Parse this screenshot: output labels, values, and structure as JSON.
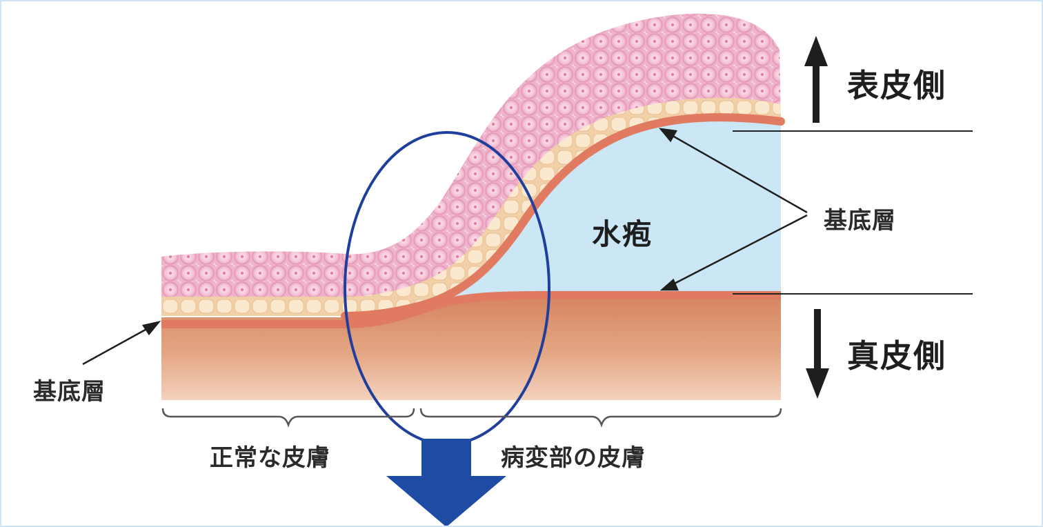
{
  "labels": {
    "epidermis_side": "表皮側",
    "dermis_side": "真皮側",
    "basal_layer_right": "基底層",
    "basal_layer_left": "基底層",
    "blister": "水疱",
    "normal_skin": "正常な皮膚",
    "lesion_skin": "病変部の皮膚"
  },
  "colors": {
    "epidermis_cell": "#f3bfd3",
    "cell_outline": "#e79ab8",
    "basal_cell": "#f8e2bd",
    "basement_membrane": "#e27b62",
    "dermis_top": "#d98763",
    "dermis_bottom": "#f0c6ad",
    "blister_fluid": "#c9e6f4",
    "highlight_ellipse": "#1f3f9c",
    "down_arrow": "#1e4ba3",
    "text": "#2a2a2a"
  }
}
